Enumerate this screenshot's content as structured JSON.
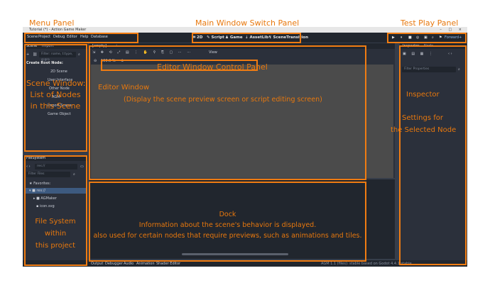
{
  "annotations": {
    "menu_panel": "Menu Panel",
    "main_window_switch_panel": "Main Window Switch Panel",
    "test_play_panel": "Test Play Panel",
    "editor_window_control_panel": "Editor Window Control Panel",
    "scene_window": [
      "Scene Window:",
      "List of Nodes",
      "in this Scene"
    ],
    "editor_window": [
      "Editor Window",
      "(Display the scene preview screen or script editing screen)"
    ],
    "inspector": "Inspector",
    "settings": [
      "Settings for",
      "the Selected Node"
    ],
    "dock": [
      "Dock",
      "Information about the scene's behavior is displayed.",
      "also used for certain nodes that require previews, such as animations and tiles."
    ],
    "file_system": [
      "File System",
      "within",
      "this project"
    ]
  },
  "app": {
    "title": "Tutorial (*) - Action Game Maker",
    "window_controls": "– □ ×",
    "menu": [
      "Scene",
      "Project",
      "Debug",
      "Editor",
      "Help",
      "Database"
    ],
    "main_tabs": [
      "2D",
      "Script",
      "Game",
      "AssetLib",
      "SceneTransition"
    ],
    "play_buttons": [
      "▶",
      "⏸",
      "■",
      "◎",
      "▣",
      "⌕",
      "⚑",
      "⚙"
    ],
    "renderer": "Forward+",
    "scene_tabs": [
      "Scene",
      "Import"
    ],
    "scene_filter_placeholder": "Filter: name, t:type, g:gro",
    "create_root_label": "Create Root Node:",
    "root_options": [
      "2D Scene",
      "User Interface",
      "Other Node",
      "AGM",
      "Import Scene",
      "Game Object"
    ],
    "filesystem_tab": "FileSystem",
    "fs_path": "res://",
    "fs_filter_placeholder": "Filter Files",
    "fs_items": [
      "Favorites:",
      "res://",
      "AGMaker",
      "icon.svg"
    ],
    "editor_tab": "[empty]",
    "editor_tab_plus": "+",
    "view_label": "View",
    "zoom": "100.0 %",
    "inspector_tabs": [
      "Inspector",
      "Node"
    ],
    "inspector_filter": "Filter Properties",
    "bottom_tabs": [
      "Output",
      "Debugger",
      "Audio",
      "Animation",
      "Shader Editor"
    ],
    "version": "AGM 1.1 (files): stable based on Godot 4.4.1.stable"
  }
}
